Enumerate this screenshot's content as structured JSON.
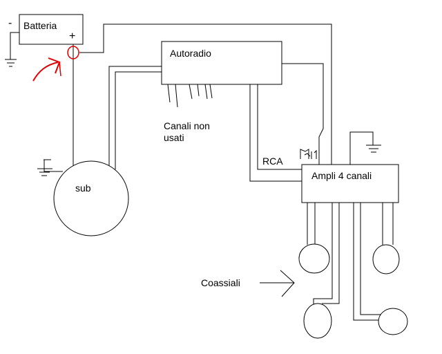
{
  "labels": {
    "battery": "Batteria",
    "battery_plus": "+",
    "battery_minus": "-",
    "head_unit": "Autoradio",
    "unused_channels": [
      "Canali non",
      "usati"
    ],
    "subwoofer": "sub",
    "rca": "RCA",
    "amplifier": "Ampli 4 canali",
    "coaxials": "Coassiali"
  },
  "colors": {
    "line": "#000000",
    "highlight": "#e00000"
  }
}
